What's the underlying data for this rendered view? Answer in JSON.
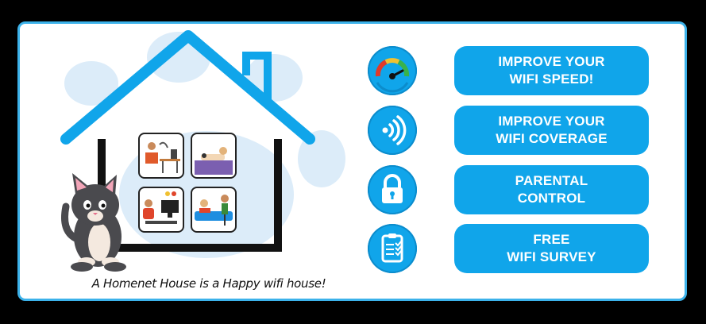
{
  "tagline": "A Homenet House is a Happy wifi house!",
  "colors": {
    "accent": "#10a5ea",
    "border": "#3cb2ea",
    "paw": "#dcecf9",
    "house_frame": "#111111"
  },
  "features": [
    {
      "icon": "speedometer-icon",
      "line1": "IMPROVE YOUR",
      "line2": "WIFI SPEED!"
    },
    {
      "icon": "wifi-signal-icon",
      "line1": "IMPROVE YOUR",
      "line2": "WIFI COVERAGE"
    },
    {
      "icon": "padlock-icon",
      "line1": "PARENTAL",
      "line2": "CONTROL"
    },
    {
      "icon": "clipboard-checklist-icon",
      "line1": "FREE",
      "line2": "WIFI SURVEY"
    }
  ],
  "illustration": {
    "house": "house-outline",
    "mascot": "cat-mascot",
    "rooms": [
      "person-at-desk",
      "person-on-bed",
      "person-gaming",
      "people-on-sofa"
    ]
  }
}
